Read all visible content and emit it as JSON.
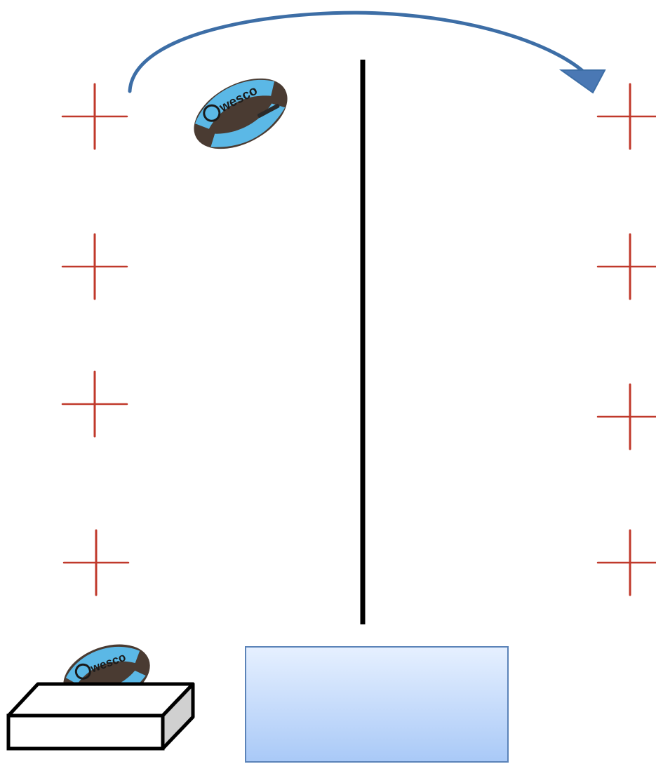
{
  "colors": {
    "background": "#ffffff",
    "marker_red": "#c0392b",
    "marker_shadow": "#e6a6a0",
    "arrow_blue": "#3d6ea6",
    "arrow_fill": "#4a78b4",
    "line_black": "#000000",
    "ball_brown": "#4a3b32",
    "ball_blue": "#5bb8e6",
    "target_top": "#e6f0ff",
    "target_bottom": "#a9c9f7",
    "target_border": "#5b83b8",
    "box_side": "#d0d0d0"
  },
  "icons": {
    "marker": "cross-marker-icon",
    "ball": "rugby-ball-icon",
    "arrow": "curved-arrow-icon",
    "box": "box-icon"
  },
  "ball": {
    "brand": "wesco"
  },
  "markers": {
    "left_count": 4,
    "right_count": 4
  }
}
